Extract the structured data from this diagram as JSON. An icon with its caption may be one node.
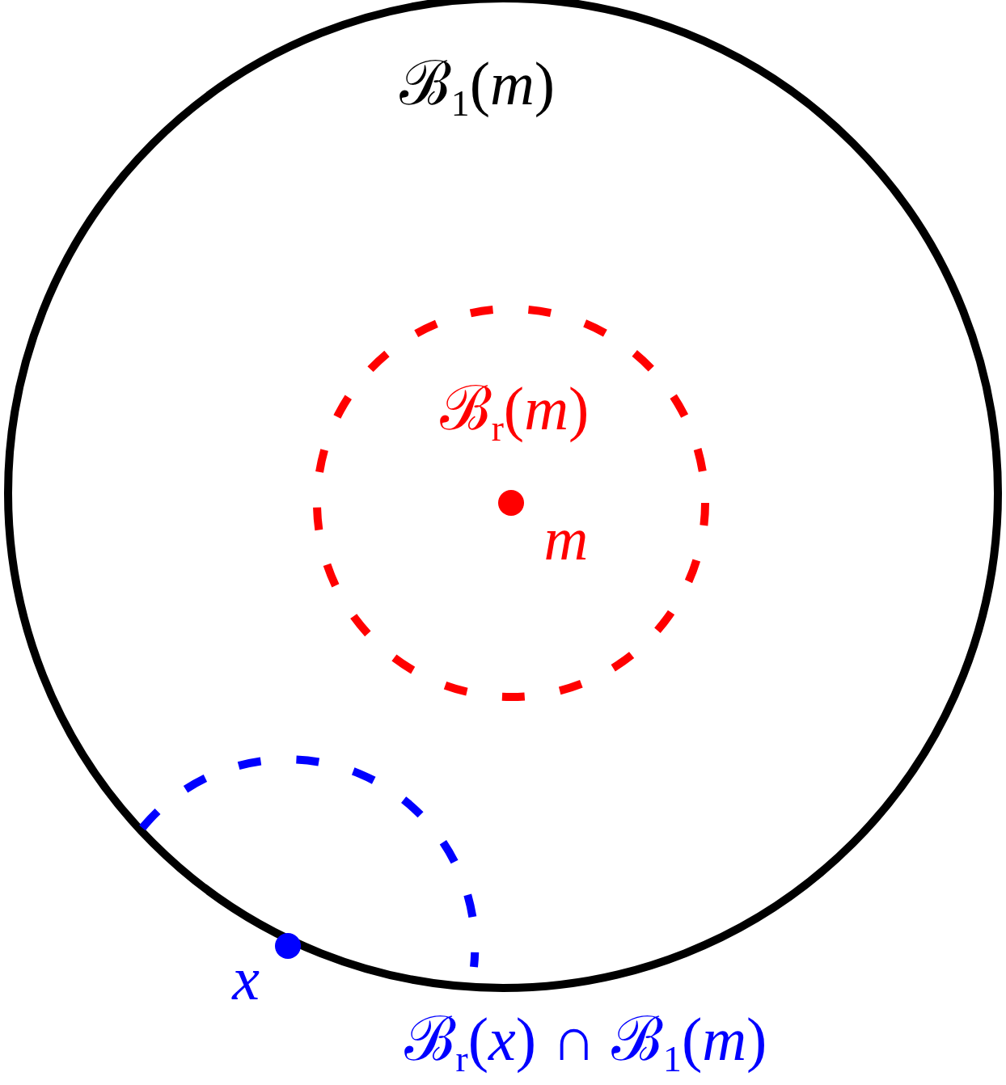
{
  "diagram": {
    "nodes": [
      {
        "text": [
          "ℬ$_{1}$(*m*)"
        ]
      },
      {
        "text": [
          "ℬ$_{r}$(*m*)"
        ],
        "in": 0
      },
      {
        "text": [],
        "shape": "circle",
        "in": 1,
        "beside": [
          "m"
        ]
      },
      {
        "text": [
          "ℬ$_{r}$(*x*) ∩ ℬ$_{1}$(*m*)"
        ]
      },
      {
        "text": [],
        "shape": "circle",
        "in": 3,
        "beside": [
          "x"
        ]
      }
    ]
  }
}
